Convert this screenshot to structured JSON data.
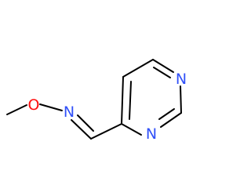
{
  "molecule": {
    "atoms": [
      {
        "id": "a1",
        "label": "N",
        "color": "#3050F8"
      },
      {
        "id": "a2",
        "label": "N",
        "color": "#3050F8"
      },
      {
        "id": "a3",
        "label": "N",
        "color": "#3050F8"
      },
      {
        "id": "a4",
        "label": "O",
        "color": "#FF0D0D"
      }
    ],
    "bond_color": "#000000",
    "background": "#FFFFFF"
  }
}
